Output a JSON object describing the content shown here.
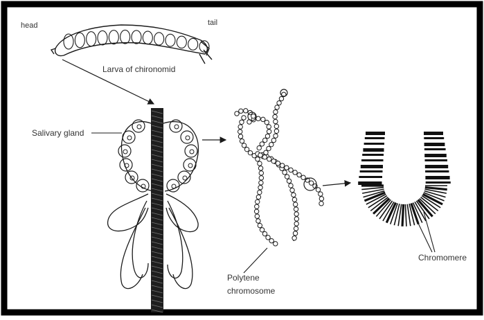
{
  "labels": {
    "head": "head",
    "tail": "tail",
    "larva": "Larva of chironomid",
    "salivary_gland": "Salivary gland",
    "polytene_line1": "Polytene",
    "polytene_line2": "chromosome",
    "chromomere": "Chromomere"
  },
  "colors": {
    "border": "#000000",
    "ink": "#1a1a1a",
    "text": "#333333",
    "background": "#ffffff"
  }
}
